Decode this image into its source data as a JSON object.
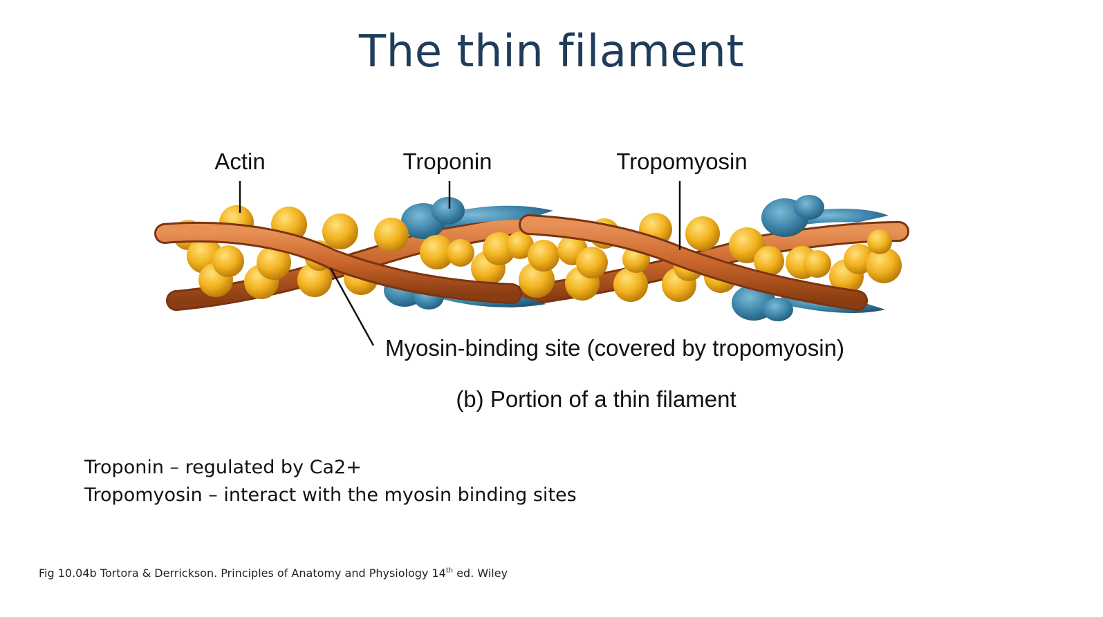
{
  "slide": {
    "title": "The thin filament"
  },
  "diagram": {
    "labels": {
      "actin": "Actin",
      "troponin": "Troponin",
      "tropomyosin": "Tropomyosin",
      "myosin_site": "Myosin-binding site (covered by tropomyosin)"
    },
    "caption": "(b) Portion of a thin filament",
    "colors": {
      "actin": "#f2b320",
      "tropomyosin": "#c8652a",
      "troponin": "#3b83a8"
    }
  },
  "notes": [
    "Troponin – regulated by Ca2+",
    "Tropomyosin – interact with the myosin binding sites"
  ],
  "citation": {
    "before": "Fig 10.04b Tortora & Derrickson. Principles of Anatomy and Physiology 14",
    "sup": "th",
    "after": " ed. Wiley"
  }
}
